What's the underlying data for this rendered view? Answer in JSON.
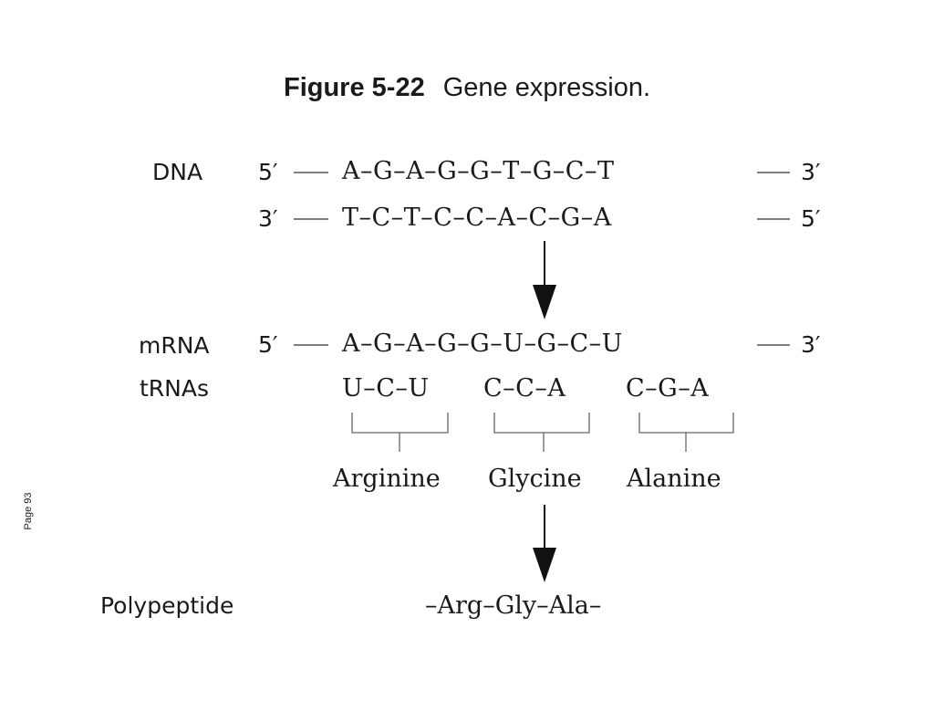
{
  "title": {
    "figure": "Figure 5-22",
    "caption": "Gene expression."
  },
  "page_number": "Page 93",
  "dna": {
    "label": "DNA",
    "top_strand": {
      "left_end": "5′",
      "sequence": "A–G–A–G–G–T–G–C–T",
      "right_end": "3′"
    },
    "bottom_strand": {
      "left_end": "3′",
      "sequence": "T–C–T–C–C–A–C–G–A",
      "right_end": "5′"
    }
  },
  "mrna": {
    "label": "mRNA",
    "left_end": "5′",
    "sequence": "A–G–A–G–G–U–G–C–U",
    "right_end": "3′"
  },
  "trnas": {
    "label": "tRNAs",
    "anticodons": [
      "U–C–U",
      "C–C–A",
      "C–G–A"
    ]
  },
  "amino_acids": [
    "Arginine",
    "Glycine",
    "Alanine"
  ],
  "polypeptide": {
    "label": "Polypeptide",
    "sequence": "–Arg–Gly–Ala–"
  }
}
